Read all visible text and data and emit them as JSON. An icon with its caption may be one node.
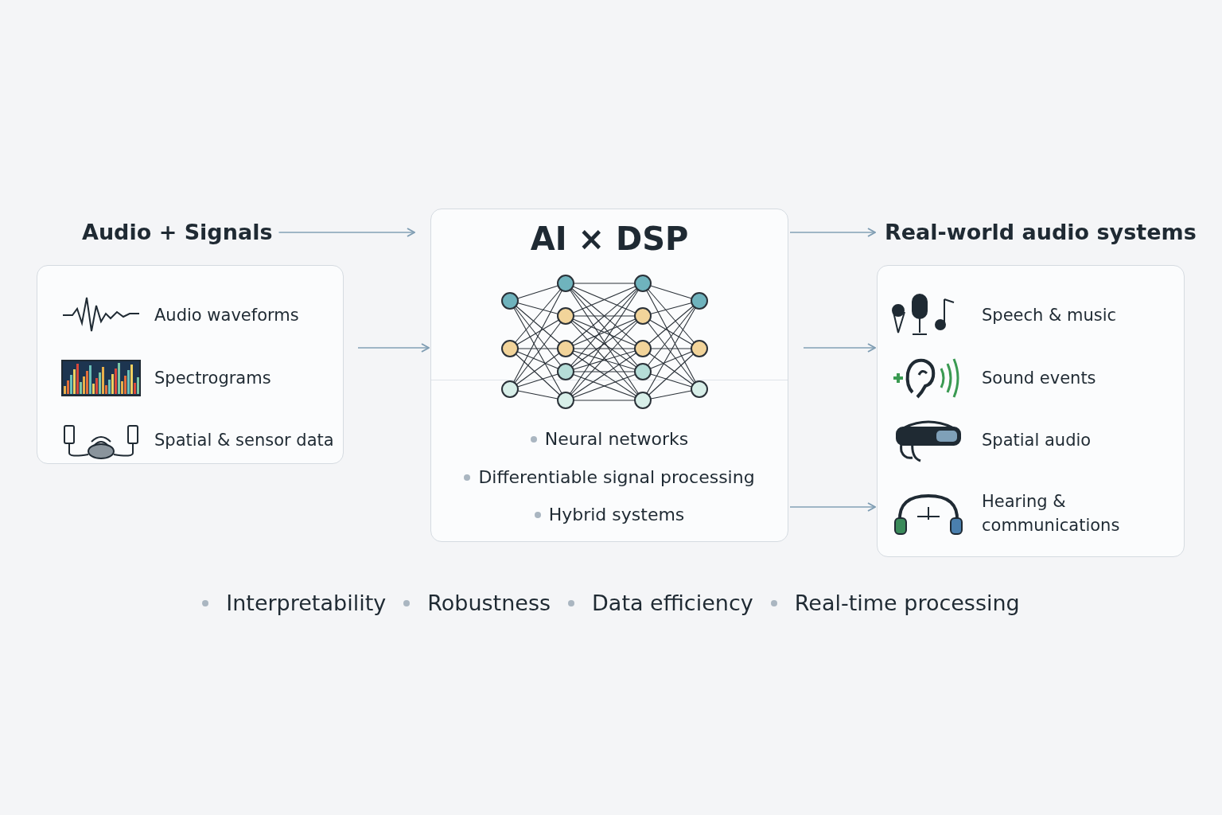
{
  "diagram": {
    "nodes": [
      {
        "text": [
          "Audio + Signals",
          "Audio waveforms",
          "Spectrograms",
          "Spatial & sensor data"
        ]
      },
      {
        "text": [
          "AI × DSP",
          "Neural networks",
          "Differentiable signal processing",
          "Hybrid systems"
        ]
      },
      {
        "text": [
          "Real-world audio systems",
          "Speech & music",
          "Sound events",
          "Spatial audio",
          "Hearing & communications"
        ]
      }
    ],
    "edges": [
      {
        "from": 0,
        "to": 1,
        "arrow": "to"
      },
      {
        "from": 0,
        "to": 1,
        "arrow": "to"
      },
      {
        "from": 1,
        "to": 2,
        "arrow": "to"
      },
      {
        "from": 1,
        "to": 2,
        "arrow": "to"
      },
      {
        "from": 1,
        "to": 2,
        "arrow": "to"
      }
    ],
    "labels": [
      "Interpretability",
      "Robustness",
      "Data efficiency",
      "Real-time processing"
    ]
  }
}
